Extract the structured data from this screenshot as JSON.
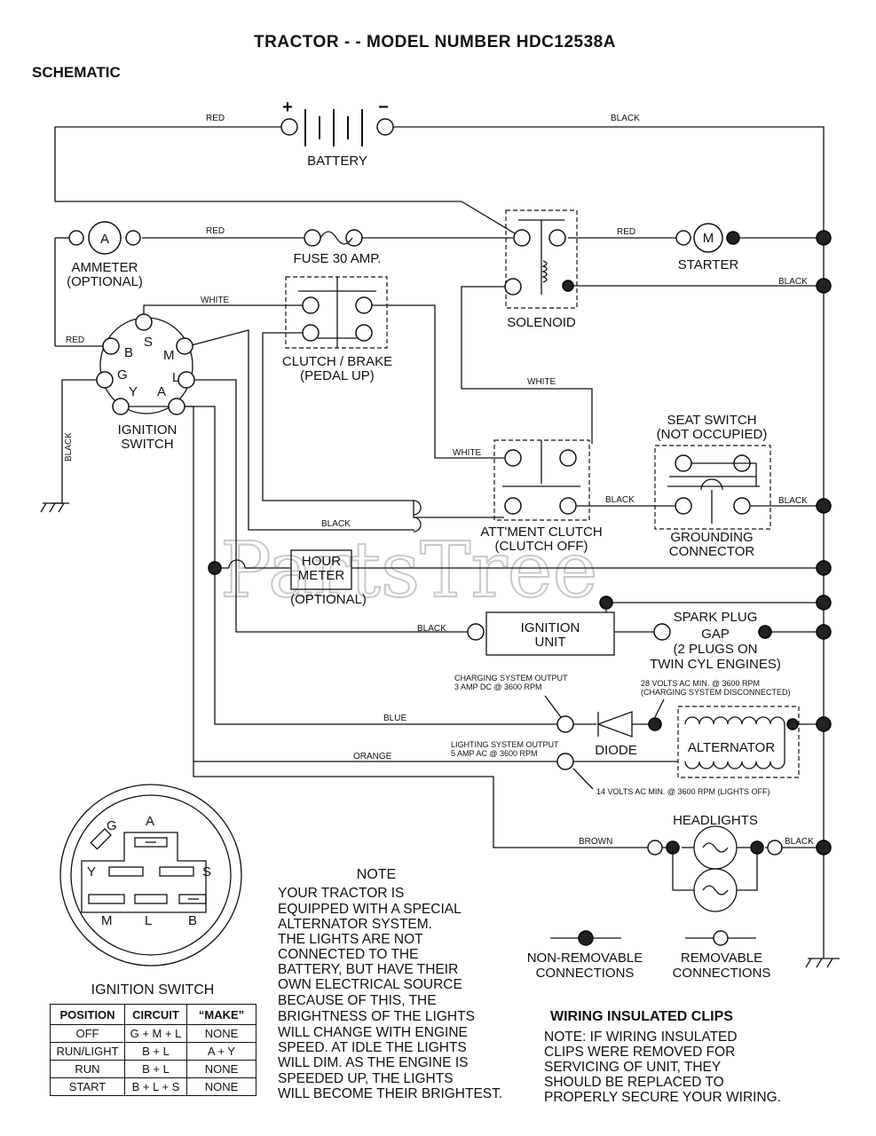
{
  "title": "TRACTOR - - MODEL NUMBER HDC12538A",
  "subtitle": "SCHEMATIC",
  "watermark": "PartsTree",
  "components": {
    "battery": "BATTERY",
    "battery_pos": "+",
    "battery_neg": "−",
    "ammeter": [
      "AMMETER",
      "(OPTIONAL)"
    ],
    "ammeter_symbol": "A",
    "fuse": "FUSE 30 AMP.",
    "solenoid": "SOLENOID",
    "starter": "STARTER",
    "starter_symbol": "M",
    "clutch_brake": [
      "CLUTCH / BRAKE",
      "(PEDAL UP)"
    ],
    "ignition_switch": [
      "IGNITION",
      "SWITCH"
    ],
    "seat_switch": [
      "SEAT SWITCH",
      "(NOT OCCUPIED)"
    ],
    "attachment_clutch": [
      "ATT'MENT CLUTCH",
      "(CLUTCH OFF)"
    ],
    "grounding_connector": [
      "GROUNDING",
      "CONNECTOR"
    ],
    "hour_meter": [
      "HOUR",
      "METER",
      "(OPTIONAL)"
    ],
    "ignition_unit": [
      "IGNITION",
      "UNIT"
    ],
    "spark_plug": [
      "SPARK PLUG",
      "GAP",
      "(2 PLUGS ON",
      "TWIN CYL ENGINES)"
    ],
    "diode": "DIODE",
    "alternator": "ALTERNATOR",
    "headlights": "HEADLIGHTS",
    "switch_terminals": [
      "B",
      "S",
      "M",
      "G",
      "L",
      "Y",
      "A"
    ]
  },
  "wires": {
    "red": "RED",
    "black": "BLACK",
    "white": "WHITE",
    "blue": "BLUE",
    "orange": "ORANGE",
    "brown": "BROWN"
  },
  "specs": {
    "charging_output": [
      "CHARGING SYSTEM OUTPUT",
      "3 AMP DC @ 3600 RPM"
    ],
    "ac_28": [
      "28 VOLTS AC MIN. @ 3600 RPM",
      "(CHARGING SYSTEM DISCONNECTED)"
    ],
    "lighting_output": [
      "LIGHTING SYSTEM OUTPUT",
      "5 AMP AC @ 3600 RPM"
    ],
    "ac_14": "14 VOLTS AC MIN. @ 3600 RPM (LIGHTS OFF)"
  },
  "plug_diagram": {
    "letters": [
      "A",
      "G",
      "Y",
      "S",
      "M",
      "L",
      "B"
    ],
    "caption": "IGNITION SWITCH"
  },
  "ignition_table": {
    "headers": [
      "POSITION",
      "CIRCUIT",
      "“MAKE”"
    ],
    "rows": [
      [
        "OFF",
        "G + M + L",
        "NONE"
      ],
      [
        "RUN/LIGHT",
        "B + L",
        "A + Y"
      ],
      [
        "RUN",
        "B + L",
        "NONE"
      ],
      [
        "START",
        "B + L + S",
        "NONE"
      ]
    ]
  },
  "note": {
    "title": "NOTE",
    "lines": [
      "YOUR TRACTOR IS",
      "EQUIPPED WITH A SPECIAL",
      "ALTERNATOR SYSTEM.",
      "THE LIGHTS ARE NOT",
      "CONNECTED TO THE",
      "BATTERY, BUT HAVE THEIR",
      "OWN ELECTRICAL SOURCE",
      "BECAUSE OF THIS, THE",
      "BRIGHTNESS OF THE LIGHTS",
      "WILL CHANGE WITH ENGINE",
      "SPEED.  AT IDLE THE LIGHTS",
      "WILL DIM.  AS THE ENGINE IS",
      "SPEEDED UP, THE LIGHTS",
      "WILL BECOME THEIR BRIGHTEST."
    ]
  },
  "legend": {
    "non_removable": [
      "NON-REMOVABLE",
      "CONNECTIONS"
    ],
    "removable": [
      "REMOVABLE",
      "CONNECTIONS"
    ]
  },
  "clips": {
    "title": "WIRING INSULATED CLIPS",
    "lines": [
      "NOTE: IF WIRING INSULATED",
      "CLIPS WERE REMOVED FOR",
      "SERVICING OF UNIT, THEY",
      "SHOULD BE REPLACED TO",
      "PROPERLY SECURE YOUR WIRING."
    ]
  }
}
